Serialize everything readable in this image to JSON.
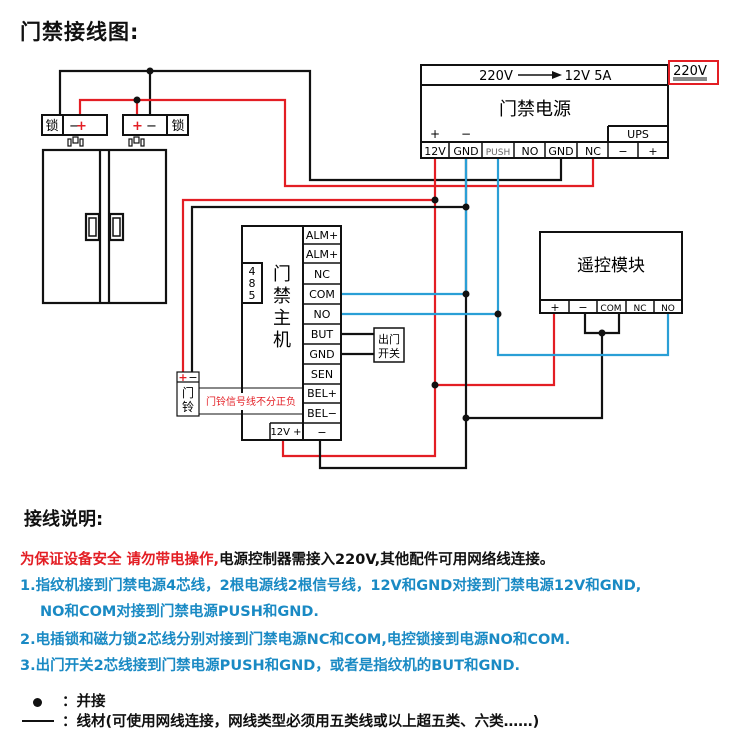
{
  "title": "门禁接线图:",
  "power_supply": {
    "header": "220V",
    "arrow_target": "12V 5A",
    "name": "门禁电源",
    "input_label": "220V",
    "polarity": [
      "+",
      "−"
    ],
    "ups_label": "UPS",
    "terminals": [
      "12V",
      "GND",
      "PUSH",
      "NO",
      "GND",
      "NC"
    ],
    "ups_terminals": [
      "−",
      "+"
    ]
  },
  "locks": {
    "left": {
      "label": "锁",
      "terminals": [
        "−",
        "+"
      ]
    },
    "right": {
      "label": "锁",
      "terminals": [
        "+",
        "−"
      ]
    }
  },
  "controller": {
    "name": [
      "门",
      "禁",
      "主",
      "机"
    ],
    "port485": [
      "4",
      "8",
      "5"
    ],
    "terminals": [
      "ALM+",
      "ALM+",
      "NC",
      "COM",
      "NO",
      "BUT",
      "GND",
      "SEN",
      "BEL+",
      "BEL−"
    ],
    "power_plus": "12V +",
    "power_minus": "−"
  },
  "exit_switch": {
    "label_line1": "出门",
    "label_line2": "开关"
  },
  "doorbell": {
    "label": [
      "门",
      "铃"
    ],
    "terminals": [
      "+",
      "−"
    ],
    "note": "门铃信号线不分正负"
  },
  "remote_module": {
    "name": "遥控模块",
    "terminals": [
      "+",
      "−",
      "COM",
      "NC",
      "NO"
    ]
  },
  "colors": {
    "red": "#e31e24",
    "blue": "#2a9fd6",
    "black": "#111111"
  },
  "notes": {
    "title": "接线说明:",
    "warning_red": "为保证设备安全 请勿带电操作,",
    "warning_rest": "电源控制器需接入220V,其他配件可用网络线连接。",
    "item1_line1": "1.指纹机接到门禁电源4芯线，2根电源线2根信号线，12V和GND对接到门禁电源12V和GND,",
    "item1_line2": "NO和COM对接到门禁电源PUSH和GND.",
    "item2": "2.电插锁和磁力锁2芯线分别对接到门禁电源NC和COM,电控锁接到电源NO和COM.",
    "item3": "3.出门开关2芯线接到门禁电源PUSH和GND，或者是指纹机的BUT和GND."
  },
  "legend": {
    "dot_text": "：并接",
    "line_text": "：线材(可使用网线连接，网线类型必须用五类线或以上超五类、六类……)"
  }
}
